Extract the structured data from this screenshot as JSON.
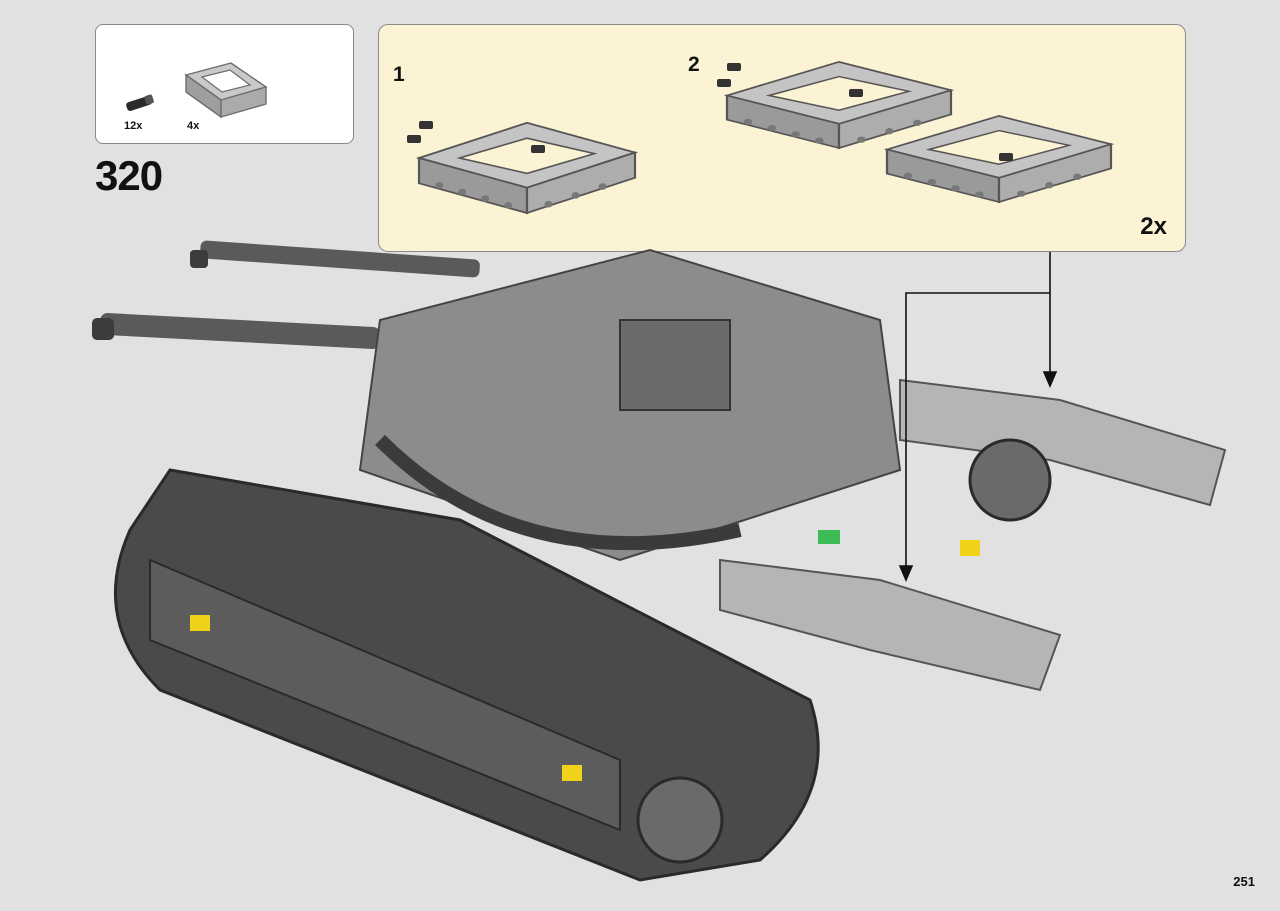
{
  "parts_list": [
    {
      "icon": "black-connector-pin-icon",
      "quantity": "12x"
    },
    {
      "icon": "grey-frame-5x7-icon",
      "quantity": "4x"
    }
  ],
  "step_number": "320",
  "substeps": [
    {
      "number": "1"
    },
    {
      "number": "2"
    }
  ],
  "substep_multiplier": "2x",
  "page_number": "251",
  "colors": {
    "background": "#e1e1e1",
    "substep_panel": "#fbf3d4",
    "parts_panel": "#ffffff",
    "frame_grey": "#b5b5b5",
    "track_dark": "#4a4a4a"
  }
}
